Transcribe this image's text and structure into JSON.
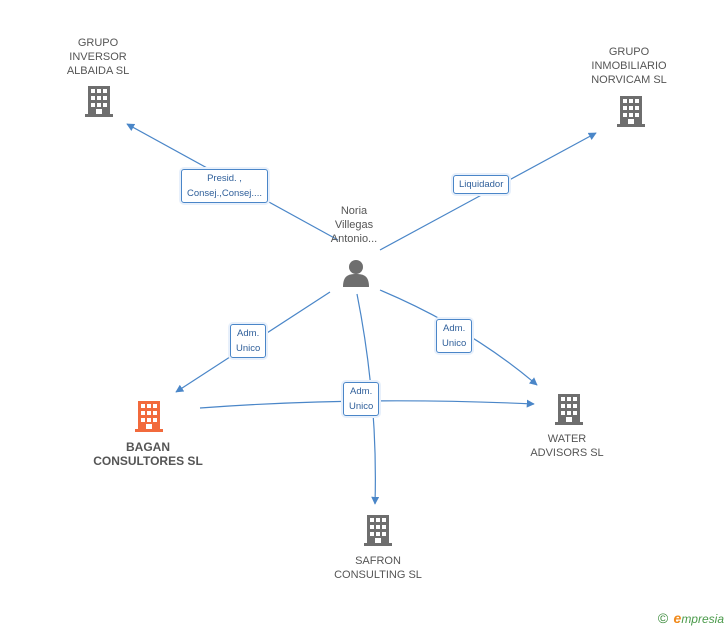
{
  "colors": {
    "edge": "#4a86c8",
    "building": "#6e6e6e",
    "building_main": "#f26a3c",
    "person": "#6e6e6e"
  },
  "nodes": {
    "albaida": {
      "lines": [
        "GRUPO",
        "INVERSOR",
        "ALBAIDA SL"
      ],
      "icon": "building-icon"
    },
    "norvicam": {
      "lines": [
        "GRUPO",
        "INMOBILIARIO",
        "NORVICAM SL"
      ],
      "icon": "building-icon"
    },
    "person": {
      "lines": [
        "Noria",
        "Villegas",
        "Antonio..."
      ],
      "icon": "person-icon"
    },
    "bagan": {
      "lines": [
        "BAGAN",
        "CONSULTORES SL"
      ],
      "icon": "building-icon"
    },
    "water": {
      "lines": [
        "WATER",
        "ADVISORS SL"
      ],
      "icon": "building-icon"
    },
    "safron": {
      "lines": [
        "SAFRON",
        "CONSULTING SL"
      ],
      "icon": "building-icon"
    }
  },
  "edges": {
    "to_albaida": {
      "lines": [
        "Presid. ,",
        "Consej.,Consej...."
      ]
    },
    "to_norvicam": {
      "lines": [
        "Liquidador"
      ]
    },
    "to_bagan": {
      "lines": [
        "Adm.",
        "Unico"
      ]
    },
    "to_water": {
      "lines": [
        "Adm.",
        "Unico"
      ]
    },
    "to_safron": {
      "lines": [
        "Adm.",
        "Unico"
      ]
    }
  },
  "brand": {
    "copyright": "©",
    "initial": "e",
    "rest": "mpresia"
  }
}
